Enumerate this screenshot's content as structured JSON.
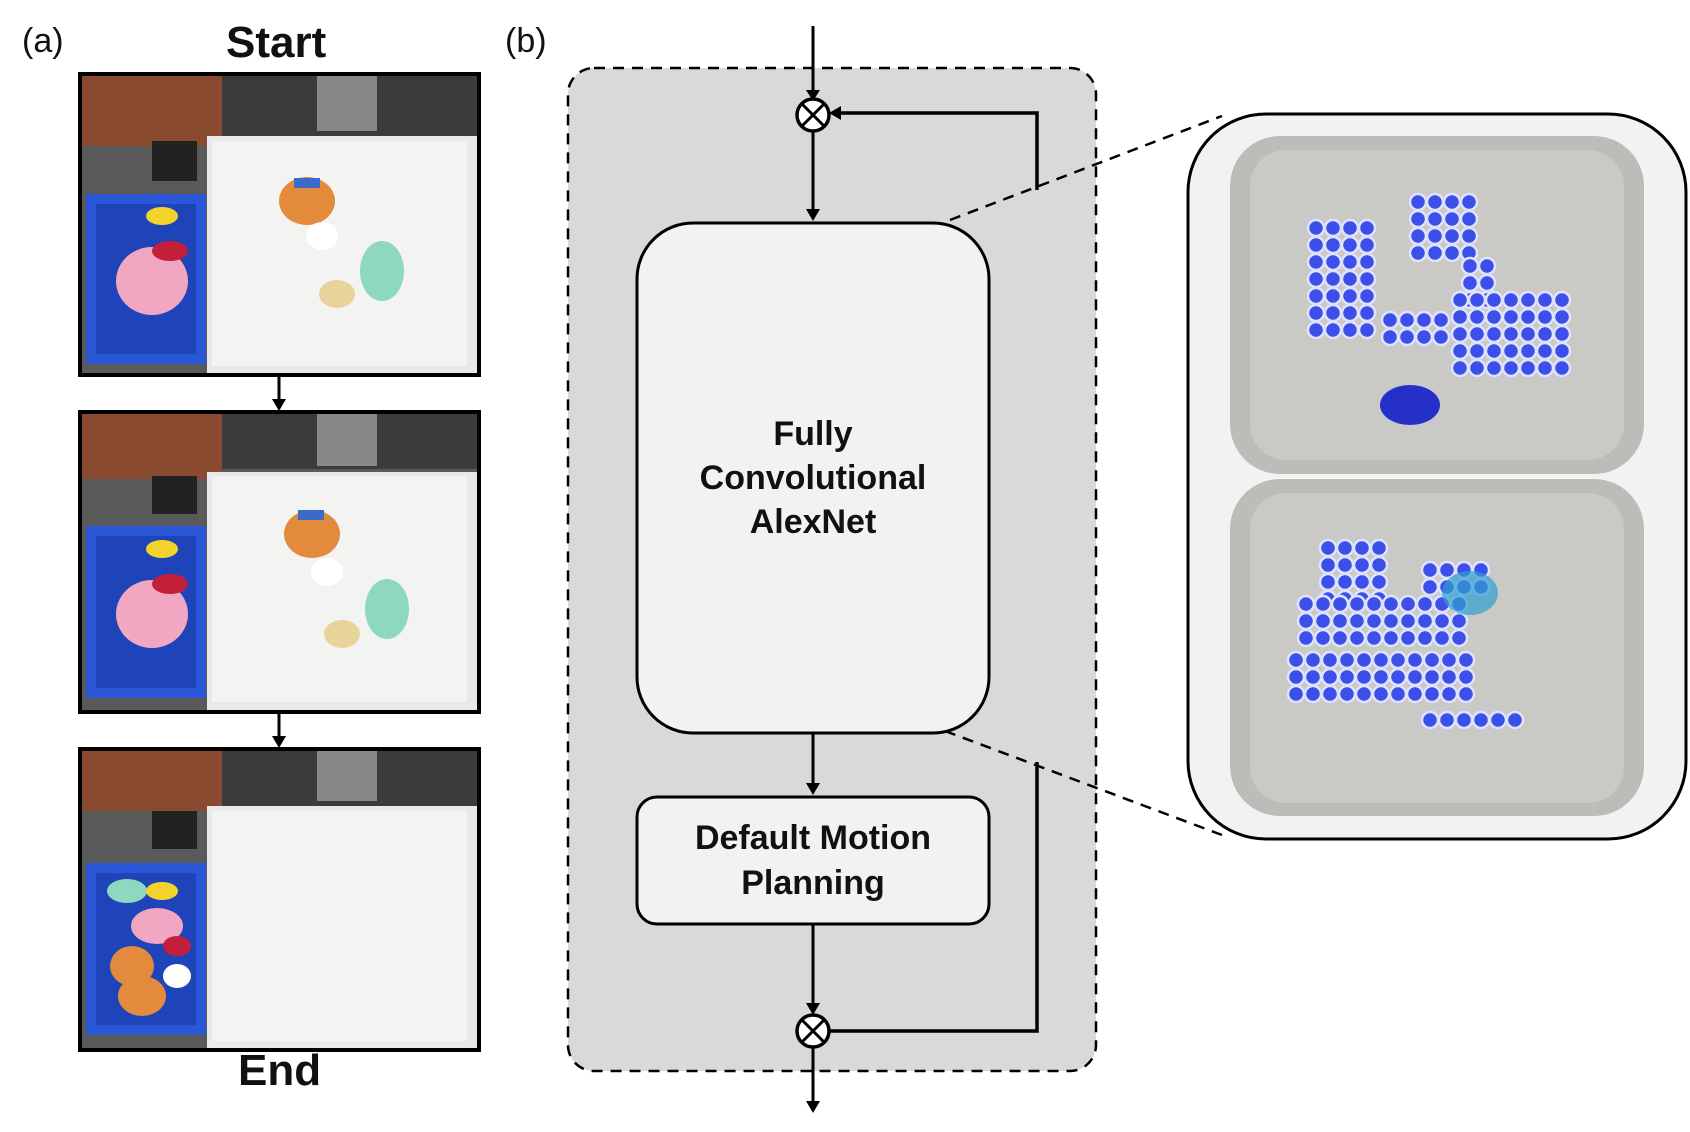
{
  "panel_a": {
    "tag": "(a)",
    "start_label": "Start",
    "end_label": "End",
    "frames": [
      "start-frame",
      "middle-frame",
      "end-frame"
    ]
  },
  "panel_b": {
    "tag": "(b)",
    "network_label_lines": [
      "Fully",
      "Convolutional",
      "AlexNet"
    ],
    "planner_label_lines": [
      "Default Motion",
      "Planning"
    ],
    "operator_symbol": "⊗"
  },
  "colors": {
    "panel_bg": "#d9d9d9",
    "box_fill": "#f2f2f2",
    "grasp_marker": "#3d4fe8",
    "tray": "#bcbcb8",
    "blue_bin": "#2a57d6"
  }
}
